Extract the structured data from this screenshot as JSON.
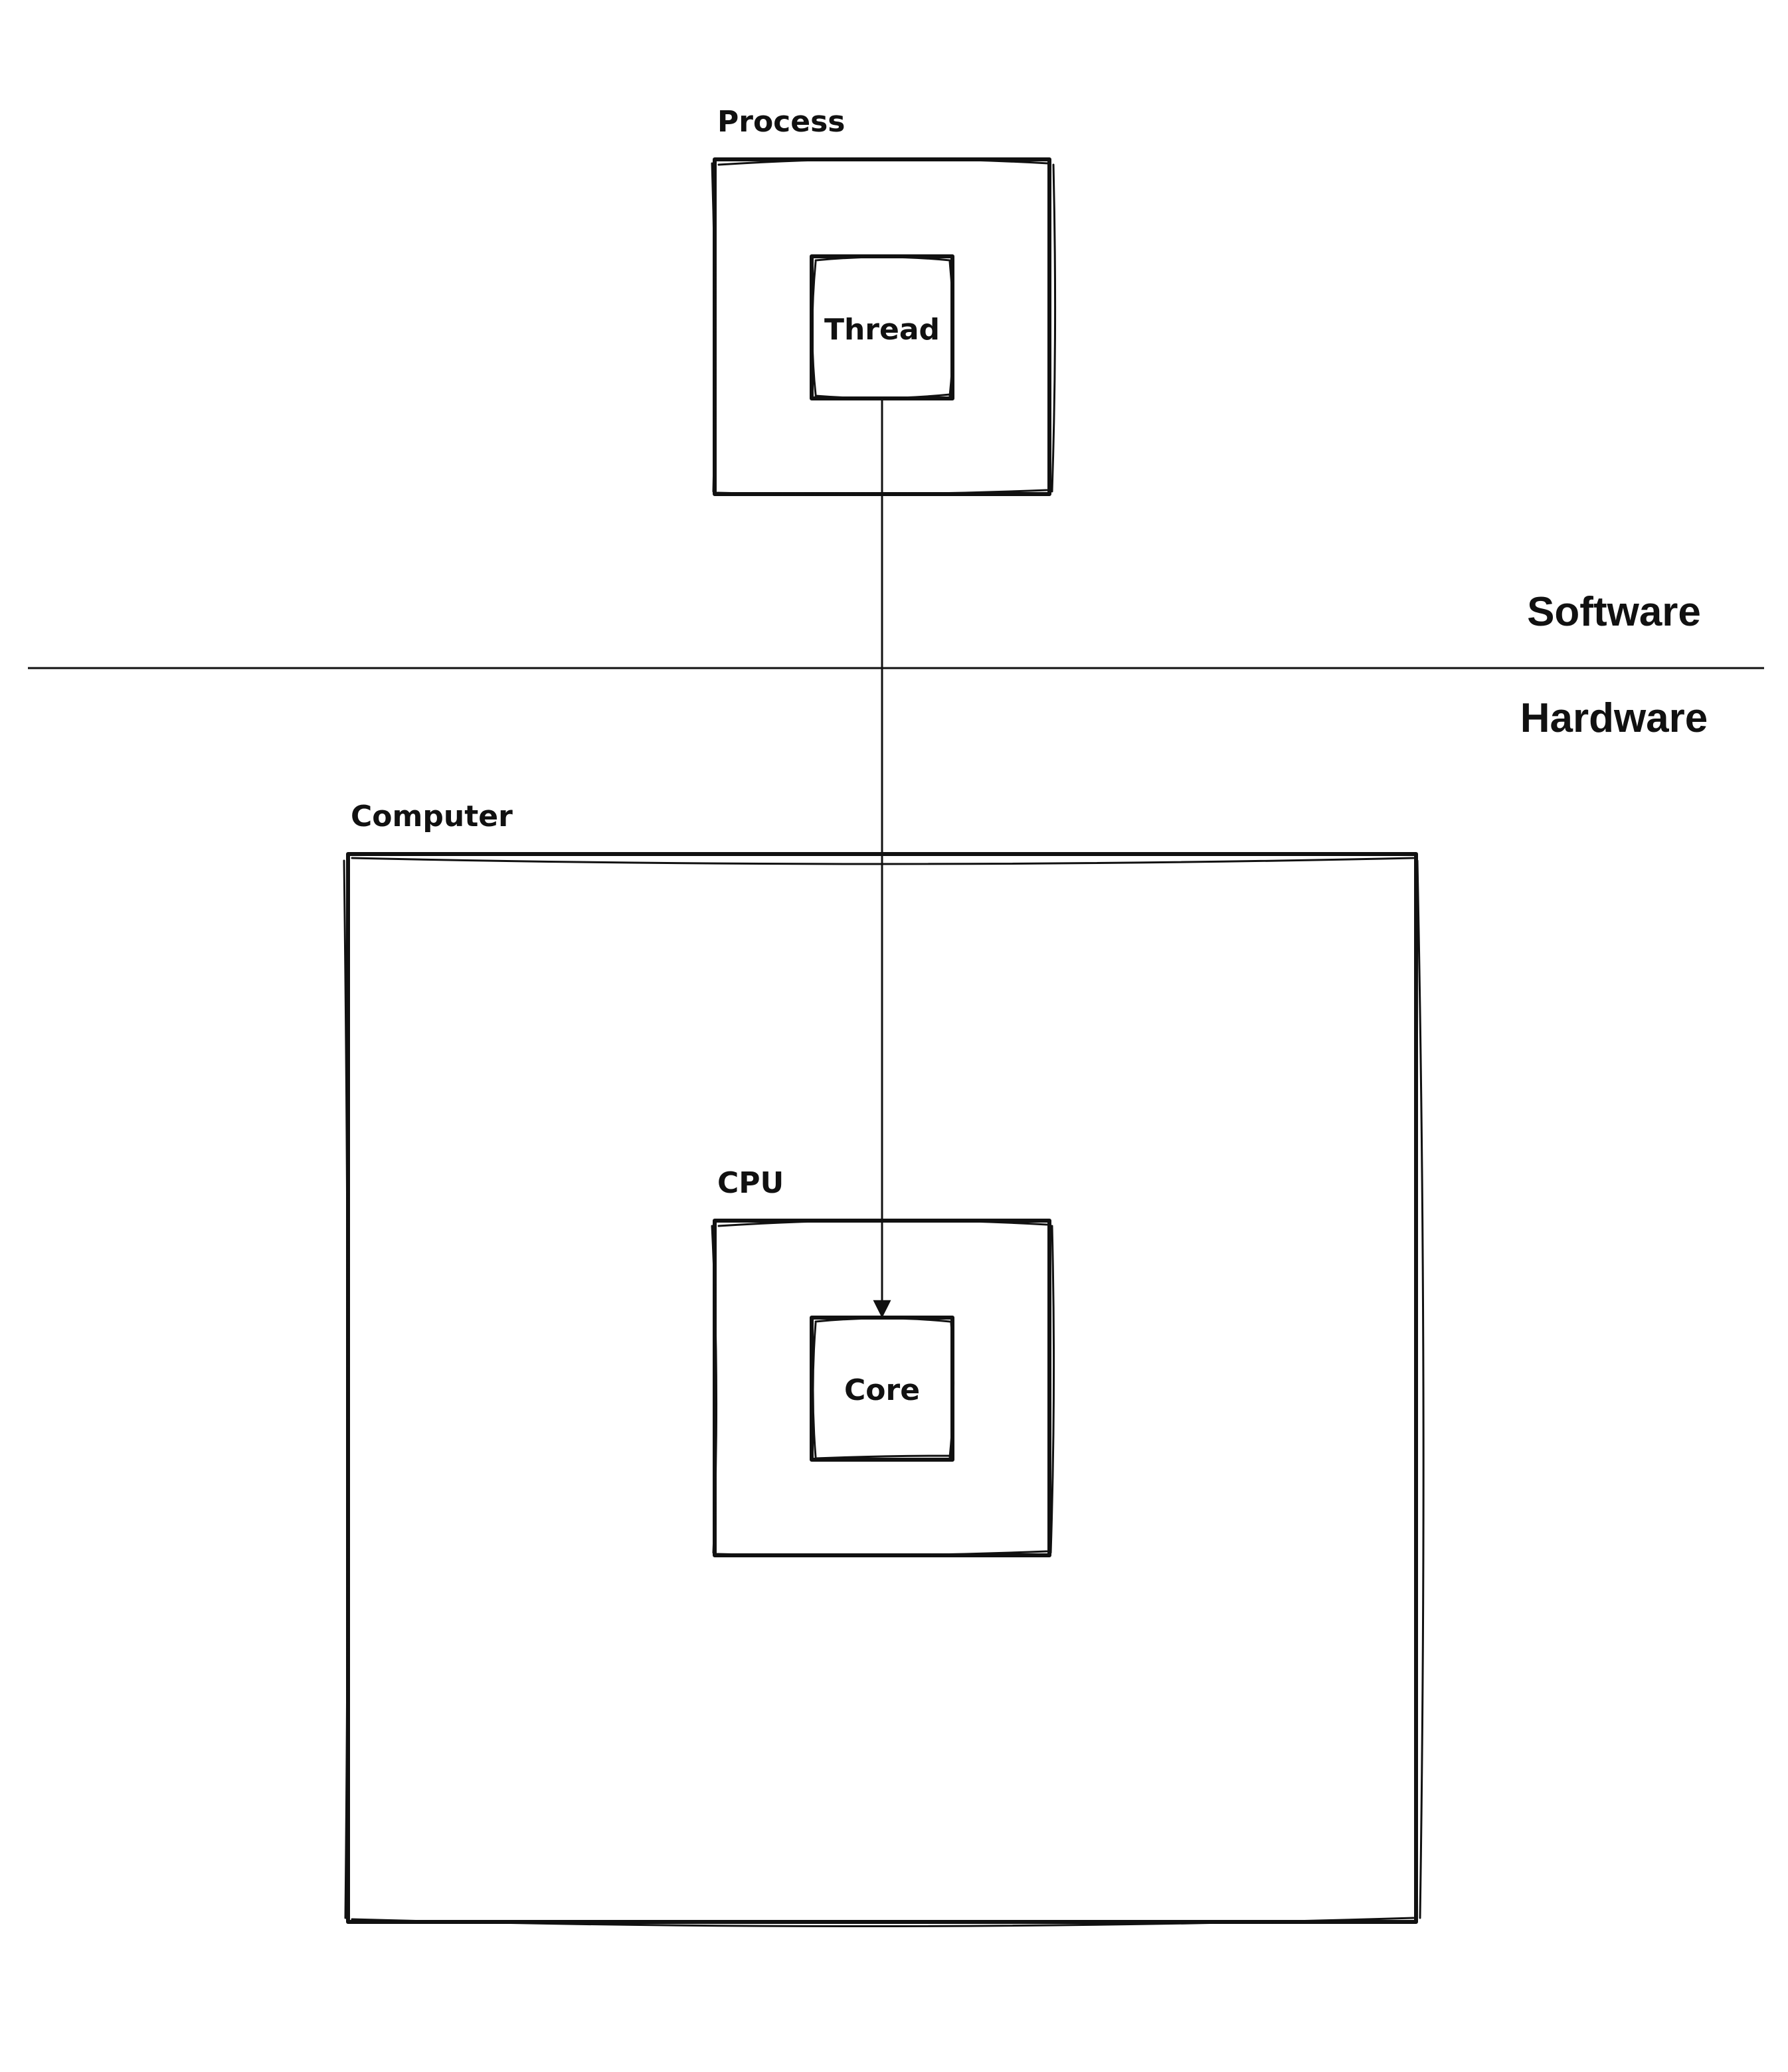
{
  "diagram": {
    "region_labels": {
      "software": "Software",
      "hardware": "Hardware"
    },
    "nodes": {
      "process": {
        "label": "Process"
      },
      "thread": {
        "label": "Thread"
      },
      "computer": {
        "label": "Computer"
      },
      "cpu": {
        "label": "CPU"
      },
      "core": {
        "label": "Core"
      }
    },
    "edges": [
      {
        "from": "thread",
        "to": "core",
        "arrow": "end"
      }
    ]
  }
}
